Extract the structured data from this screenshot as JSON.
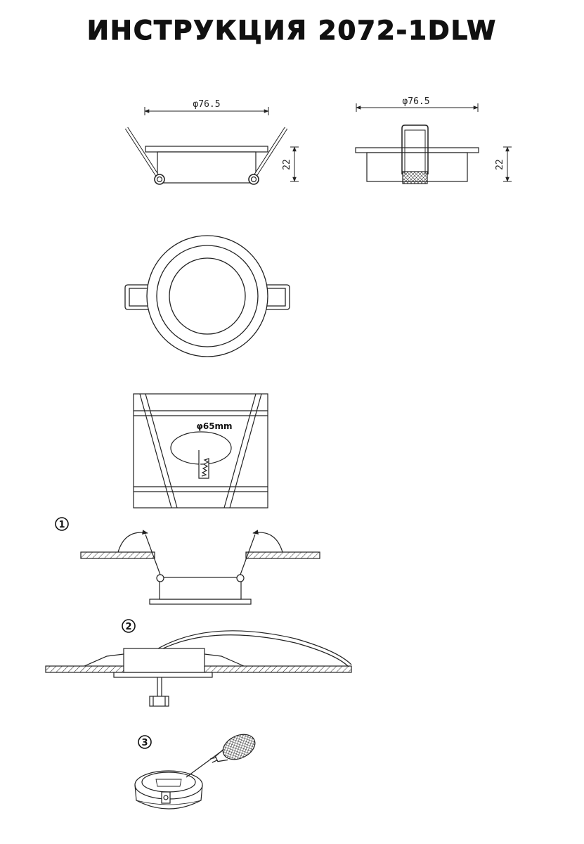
{
  "title": "ИНСТРУКЦИЯ 2072-1DLW",
  "dimensions": {
    "diameter_label": "φ76.5",
    "height_label": "22",
    "cutout_label": "φ65mm"
  },
  "steps": [
    {
      "number": "1"
    },
    {
      "number": "2"
    },
    {
      "number": "3"
    }
  ]
}
